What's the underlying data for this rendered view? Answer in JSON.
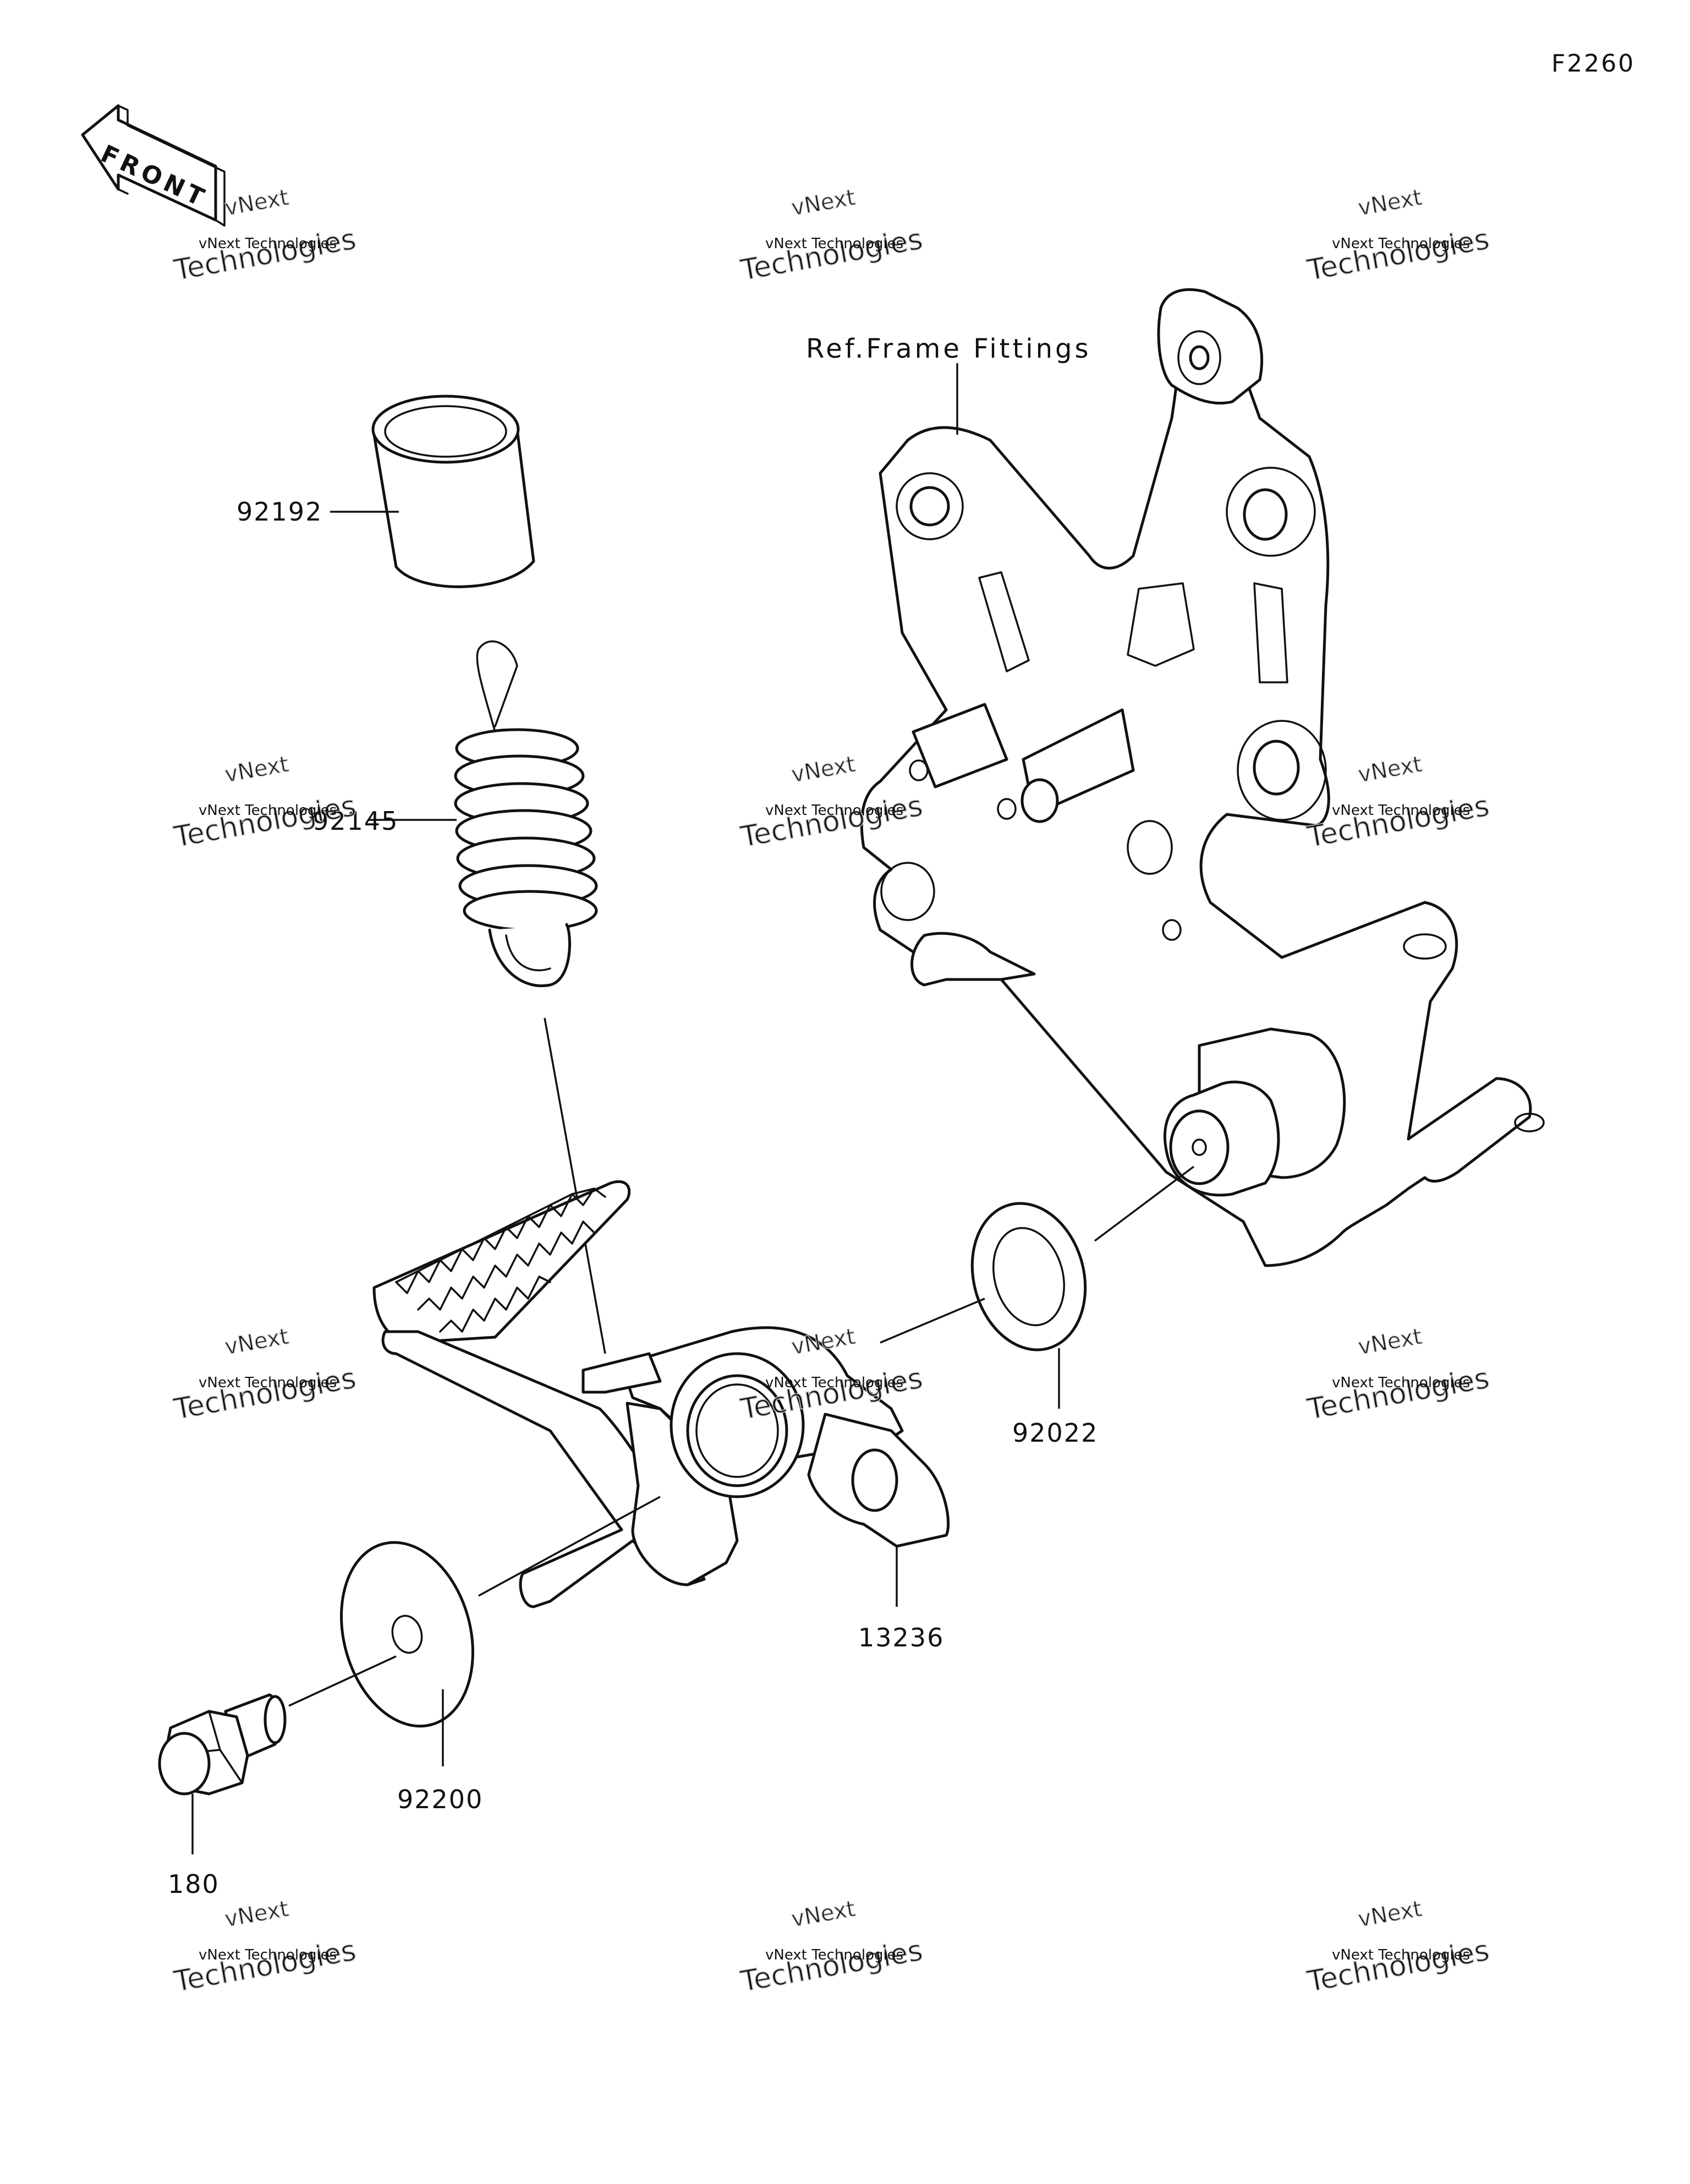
{
  "figure_code": "F2260",
  "front_label": "FRONT",
  "reference_label": "Ref.Frame Fittings",
  "parts": [
    {
      "id": "collar",
      "number": "92192"
    },
    {
      "id": "spring",
      "number": "92145"
    },
    {
      "id": "washer-small",
      "number": "92022"
    },
    {
      "id": "pedal",
      "number": "13236"
    },
    {
      "id": "washer-large",
      "number": "92200"
    },
    {
      "id": "bolt",
      "number": "180"
    }
  ],
  "watermark": {
    "small": "vNext Technologies",
    "large": "Technologies",
    "top": "vNext"
  }
}
